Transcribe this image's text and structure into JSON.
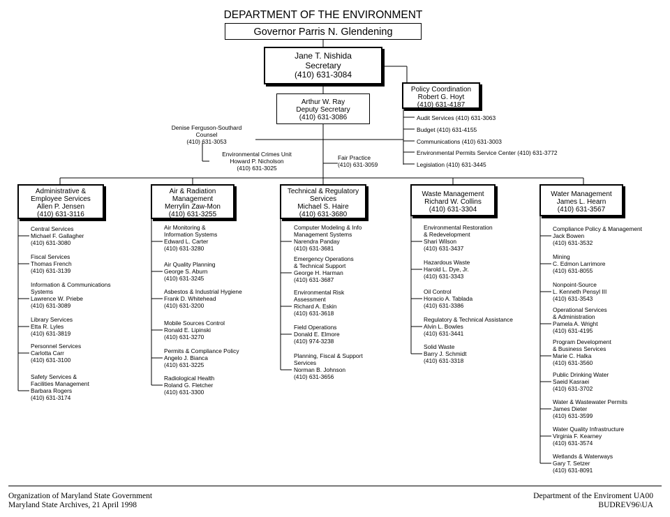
{
  "department_title": "DEPARTMENT OF THE ENVIRONMENT",
  "governor": "Governor Parris N. Glendening",
  "secretary": {
    "lines": [
      "Jane T. Nishida",
      "Secretary",
      "(410) 631-3084"
    ]
  },
  "deputy": {
    "lines": [
      "Arthur W. Ray",
      "Deputy Secretary",
      "(410) 631-3086"
    ]
  },
  "policy_coordination": {
    "lines": [
      "Policy Coordination",
      "Robert G. Hoyt",
      "(410) 631-4187"
    ]
  },
  "policy_items": [
    "Audit Services (410) 631-3063",
    "Budget (410) 631-4155",
    "Communications (410) 631-3003",
    "Environmental Permits Service Center (410) 631-3772",
    "Legislation (410) 631-3445"
  ],
  "counsel": {
    "lines": [
      "Denise Ferguson-Southard",
      "Counsel",
      "(410) 631-3053"
    ]
  },
  "crimes_unit": {
    "lines": [
      "Environmental Crimes Unit",
      "Howard P. Nicholson",
      "(410) 631-3025"
    ]
  },
  "fair_practice": {
    "lines": [
      "Fair Practice",
      "(410) 631-3059"
    ]
  },
  "divisions": [
    {
      "header": [
        "Administrative &",
        "Employee Services",
        "Allen P. Jensen",
        "(410) 631-3116"
      ],
      "units": [
        [
          "Central Services",
          "Michael F. Gallagher",
          "(410) 631-3080"
        ],
        [
          "Fiscal Services",
          "Thomas French",
          "(410) 631-3139"
        ],
        [
          "Information & Communications",
          "Systems",
          "Lawrence W. Priebe",
          "(410) 631-3089"
        ],
        [
          "Library Services",
          "Etta R. Lyles",
          "(410) 631-3819"
        ],
        [
          "Personnel Services",
          "Carlotta Carr",
          "(410) 631-3100"
        ],
        [
          "Safety Services &",
          "Facilities Management",
          "Barbara Rogers",
          "(410) 631-3174"
        ]
      ]
    },
    {
      "header": [
        "Air & Radiation",
        "Management",
        "Merrylin Zaw-Mon",
        "(410) 631-3255"
      ],
      "units": [
        [
          "Air Monitoring &",
          "Information Systems",
          "Edward L. Carter",
          "(410) 631-3280"
        ],
        [
          "Air Quality Planning",
          "George S. Aburn",
          "(410) 631-3245"
        ],
        [
          "Asbestos & Industrial Hygiene",
          "Frank D. Whitehead",
          "(410) 631-3200"
        ],
        [
          "Mobile Sources Control",
          "Ronald E. Lipinski",
          "(410) 631-3270"
        ],
        [
          "Permits & Compliance Policy",
          "Angelo J. Bianca",
          "(410) 631-3225"
        ],
        [
          "Radiological Health",
          "Roland G. Fletcher",
          "(410) 631-3300"
        ]
      ]
    },
    {
      "header": [
        "Technical & Regulatory",
        "Services",
        "Michael S. Haire",
        "(410) 631-3680"
      ],
      "units": [
        [
          "Computer Modeling & Info",
          "Management Systems",
          "Narendra Panday",
          "(410) 631-3681"
        ],
        [
          "Emergency Operations",
          "& Technical Support",
          "George H. Harman",
          "(410) 631-3687"
        ],
        [
          "Environmental Risk",
          "Assessment",
          "Richard A. Eskin",
          "(410) 631-3618"
        ],
        [
          "Field Operations",
          "Donald E. Elmore",
          "(410) 974-3238"
        ],
        [
          "Planning, Fiscal & Support",
          "Services",
          "Norman B. Johnson",
          "(410) 631-3656"
        ]
      ]
    },
    {
      "header": [
        "Waste Management",
        "Richard W. Collins",
        "(410) 631-3304"
      ],
      "units": [
        [
          "Environmental Restoration",
          "& Redevelopment",
          "Shari Wilson",
          "(410) 631-3437"
        ],
        [
          "Hazardous Waste",
          "Harold L. Dye, Jr.",
          "(410) 631-3343"
        ],
        [
          "Oil Control",
          "Horacio A. Tablada",
          "(410) 631-3386"
        ],
        [
          "Regulatory & Technical Assistance",
          "Alvin L. Bowles",
          "(410) 631-3441"
        ],
        [
          "Solid Waste",
          "Barry J. Schmidt",
          "(410) 631-3318"
        ]
      ]
    },
    {
      "header": [
        "Water Management",
        "James L. Hearn",
        "(410) 631-3567"
      ],
      "units": [
        [
          "Compliance Policy & Management",
          "Jack Bowen",
          "(410) 631-3532"
        ],
        [
          "Mining",
          "C. Edmon Larrimore",
          "(410) 631-8055"
        ],
        [
          "Nonpoint-Source",
          "L. Kenneth Pensyl III",
          "(410) 631-3543"
        ],
        [
          "Operational Services",
          "& Administration",
          "Pamela A. Wright",
          "(410) 631-4195"
        ],
        [
          "Program Development",
          "& Business Services",
          "Marie C. Halka",
          "(410) 631-3560"
        ],
        [
          "Public Drinking Water",
          "Saeid Kasraei",
          "(410) 631-3702"
        ],
        [
          "Water & Wastewater Permits",
          "James Dieter",
          "(410) 631-3599"
        ],
        [
          "Water Quality Infrastructure",
          "Virginia F. Kearney",
          "(410) 631-3574"
        ],
        [
          "Wetlands & Waterways",
          "Gary T. Setzer",
          "(410) 631-8091"
        ]
      ]
    }
  ],
  "footer": {
    "left": [
      "Organization of Maryland State Government",
      "Maryland State Archives, 21 April 1998"
    ],
    "right": [
      "Department of the Enviroment  UA00",
      "BUDREV96\\UA"
    ]
  }
}
